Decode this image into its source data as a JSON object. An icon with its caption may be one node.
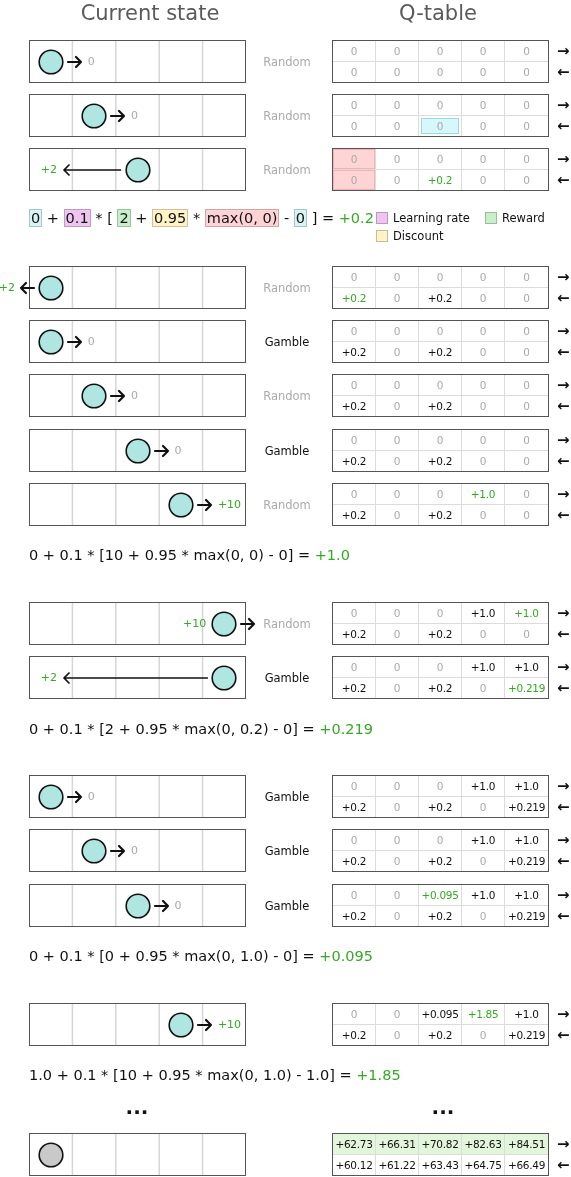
{
  "diagram": {
    "labels": [
      "Current state",
      "Q-table",
      "0",
      "Random",
      "0",
      "0",
      "0",
      "0",
      "0",
      "→",
      "0",
      "0",
      "0",
      "0",
      "0",
      "←",
      "0",
      "Random",
      "0",
      "0",
      "0",
      "0",
      "0",
      "→",
      "0",
      "0",
      "0",
      "0",
      "0",
      "←",
      "+2",
      "Random",
      "0",
      "0",
      "0",
      "0",
      "0",
      "→",
      "0",
      "0",
      "+0.2",
      "0",
      "0",
      "←",
      "0 + 0.1 * [ 2 + 0.95 * max(0, 0) - 0 ] = +0.2",
      "+2",
      "Random",
      "0",
      "0",
      "0",
      "0",
      "0",
      "→",
      "+0.2",
      "0",
      "+0.2",
      "0",
      "0",
      "←",
      "0",
      "Gamble",
      "0",
      "0",
      "0",
      "0",
      "0",
      "→",
      "+0.2",
      "0",
      "+0.2",
      "0",
      "0",
      "←",
      "0",
      "Random",
      "0",
      "0",
      "0",
      "0",
      "0",
      "→",
      "+0.2",
      "0",
      "+0.2",
      "0",
      "0",
      "←",
      "0",
      "Gamble",
      "0",
      "0",
      "0",
      "0",
      "0",
      "→",
      "+0.2",
      "0",
      "+0.2",
      "0",
      "0",
      "←",
      "+10",
      "Random",
      "0",
      "0",
      "0",
      "+1.0",
      "0",
      "→",
      "+0.2",
      "0",
      "+0.2",
      "0",
      "0",
      "←",
      "0 + 0.1 * [10 + 0.95 * max(0, 0) - 0] = +1.0",
      "+10",
      "Random",
      "0",
      "0",
      "0",
      "+1.0",
      "+1.0",
      "→",
      "+0.2",
      "0",
      "+0.2",
      "0",
      "0",
      "←",
      "+2",
      "Gamble",
      "0",
      "0",
      "0",
      "+1.0",
      "+1.0",
      "→",
      "+0.2",
      "0",
      "+0.2",
      "0",
      "+0.219",
      "←",
      "0 + 0.1 * [2 + 0.95 * max(0, 0.2) - 0] = +0.219",
      "0",
      "Gamble",
      "0",
      "0",
      "0",
      "+1.0",
      "+1.0",
      "→",
      "+0.2",
      "0",
      "+0.2",
      "0",
      "+0.219",
      "←",
      "0",
      "Gamble",
      "0",
      "0",
      "0",
      "+1.0",
      "+1.0",
      "→",
      "+0.2",
      "0",
      "+0.2",
      "0",
      "+0.219",
      "←",
      "0",
      "Gamble",
      "0",
      "0",
      "+0.095",
      "+1.0",
      "+1.0",
      "→",
      "+0.2",
      "0",
      "+0.2",
      "0",
      "+0.219",
      "←",
      "0 + 0.1 * [0 + 0.95 * max(0, 1.0) - 0] = +0.095",
      "+10",
      "0",
      "0",
      "+0.095",
      "+1.85",
      "+1.0",
      "→",
      "+0.2",
      "0",
      "+0.2",
      "0",
      "+0.219",
      "←",
      "1.0 + 0.1 * [10 + 0.95 * max(0, 1.0) - 1.0] = +1.85",
      "...",
      "...",
      "+62.73",
      "+66.31",
      "+70.82",
      "+82.63",
      "+84.51",
      "→",
      "+60.12",
      "+61.22",
      "+63.43",
      "+64.75",
      "+66.49",
      "←"
    ],
    "legend": [
      {
        "text": "Learning rate",
        "color": "#f0c4f0"
      },
      {
        "text": "Reward",
        "color": "#c8f0c8"
      },
      {
        "text": "Discount",
        "color": "#fff2c4"
      }
    ]
  }
}
